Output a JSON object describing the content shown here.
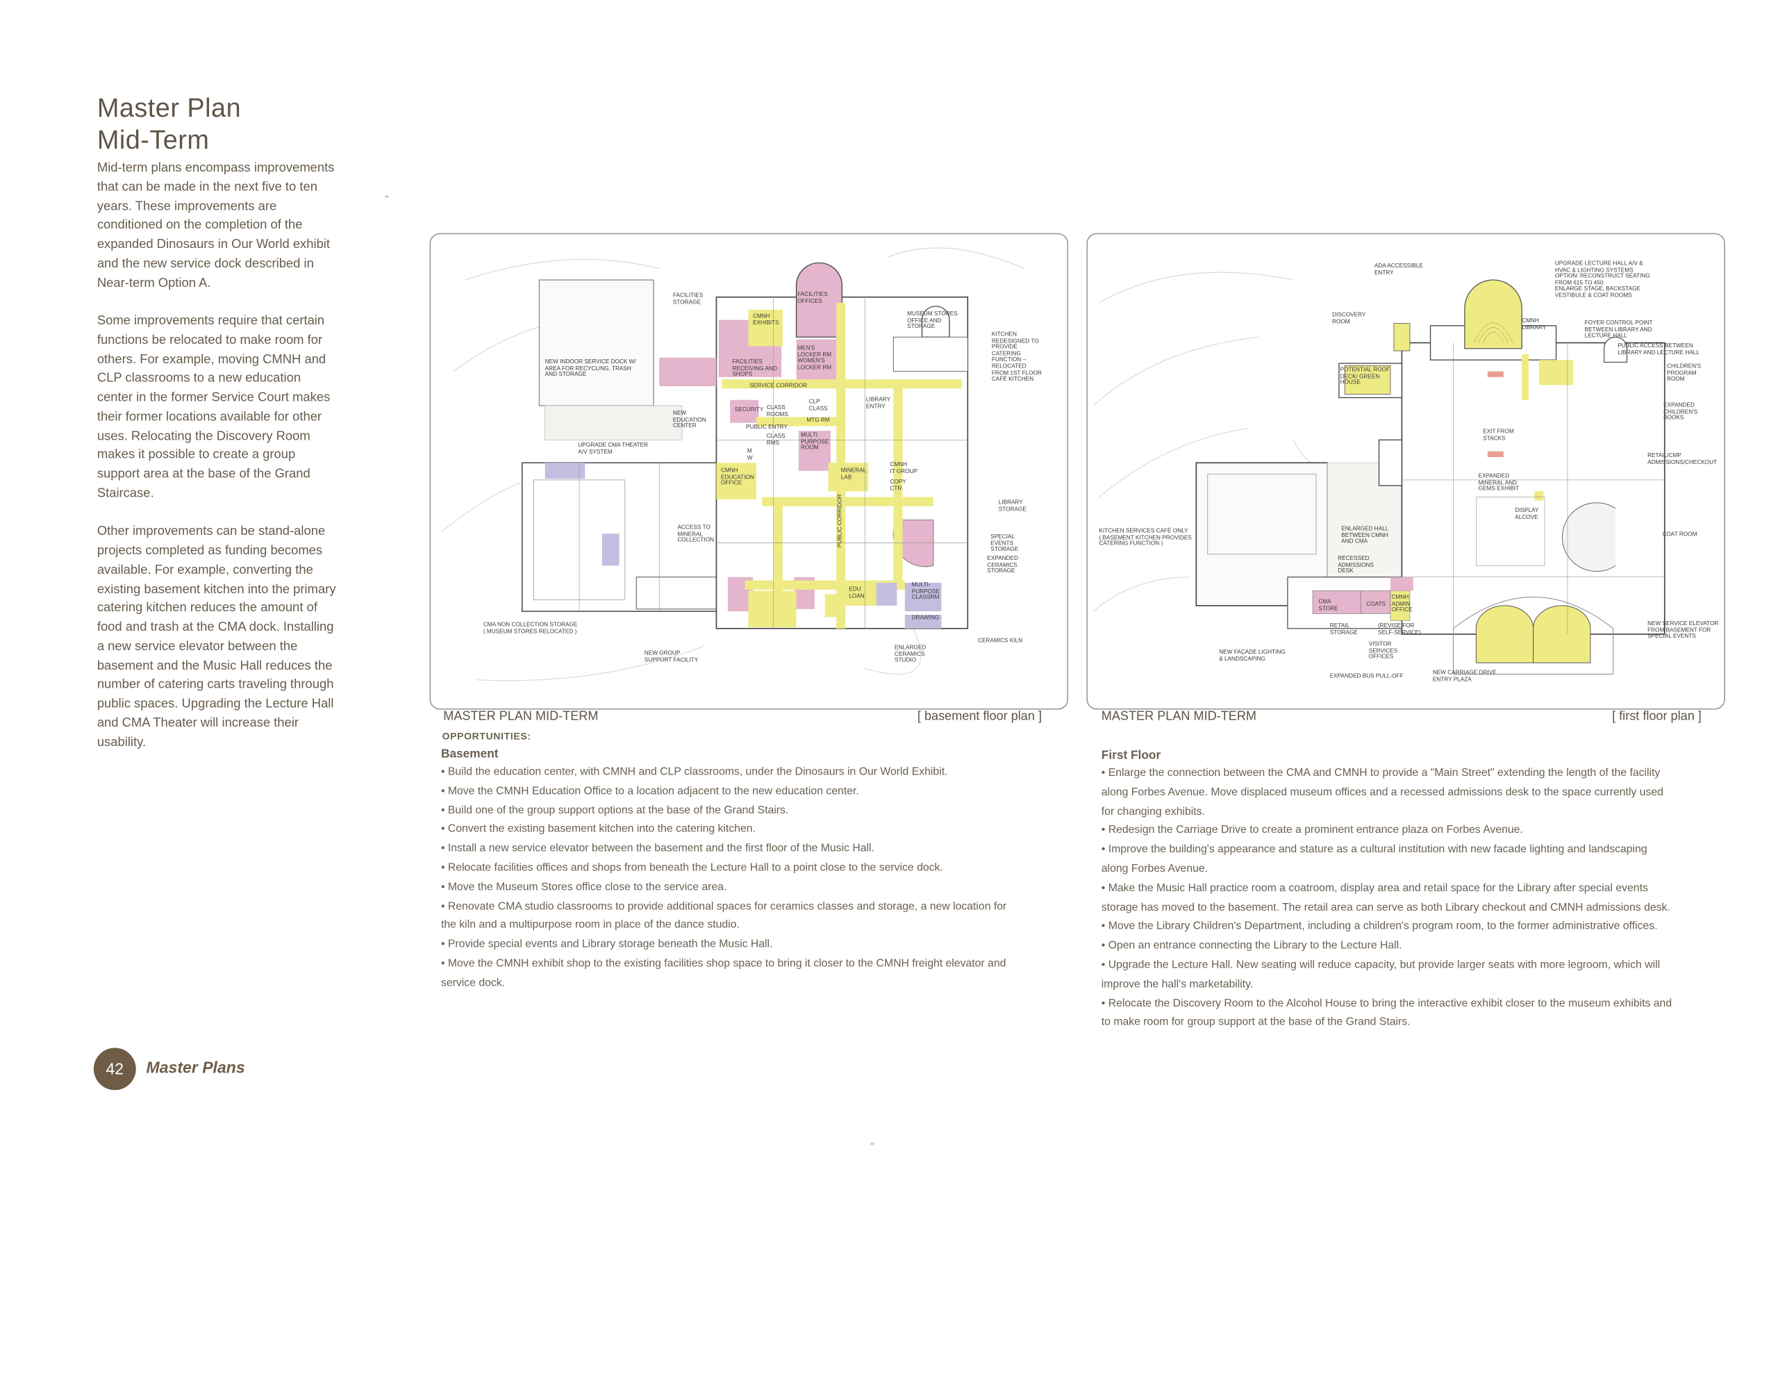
{
  "left": {
    "title_line1": "Master Plan",
    "title_line2": "Mid-Term",
    "paragraphs": [
      "Mid-term plans encompass improvements that can be made in the next five to ten years. These improvements are conditioned on the completion of the expanded Dinosaurs in Our World exhibit and the new service dock described in Near-term Option A.",
      "Some improvements require that certain functions be relocated to make room for others. For example, moving CMNH and CLP classrooms to a new education center in the former Service Court makes their former locations available for other uses. Relocating the Discovery Room makes it possible to create a group support area at the base of the Grand Staircase.",
      "Other improvements can be stand-alone projects completed as funding becomes available. For example, converting the existing basement kitchen into the primary catering kitchen reduces the amount of food and trash at the CMA dock. Installing a new service elevator between the basement and the Music Hall reduces the number of catering carts traveling through public spaces. Upgrading the Lecture Hall and CMA Theater will increase their usability."
    ]
  },
  "colors": {
    "highlight_yellow": "#eeeb84",
    "highlight_pink": "#e4b5cc",
    "highlight_purple": "#c4bde0",
    "footer_brown": "#6e5c47"
  },
  "basement": {
    "caption": "MASTER PLAN MID-TERM",
    "view": "[ basement floor plan ]",
    "opportunities": "OPPORTUNITIES:",
    "heading": "Basement",
    "bullets": [
      "• Build the education center, with CMNH and CLP classrooms, under the Dinosaurs in Our World Exhibit.",
      "• Move the CMNH Education Office to a location adjacent to the new education center.",
      "• Build one of the group support options at the base of the Grand Stairs.",
      "• Convert the existing basement kitchen into the catering kitchen.",
      "• Install a new service elevator between the basement and the first floor of the Music Hall.",
      "• Relocate facilities offices and shops from beneath the Lecture Hall to a point close to the service dock.",
      "• Move the Museum Stores office close to the service area.",
      "• Renovate CMA studio classrooms to provide additional spaces for ceramics classes and storage, a new location for the kiln and a multipurpose room in place of the dance studio.",
      "• Provide special events and Library storage beneath the Music Hall.",
      "• Move the CMNH exhibit shop to the existing facilities shop space to bring it closer to the CMNH freight elevator and service dock."
    ],
    "labels": [
      "Facilities\nStorage",
      "Facilities\nOffices",
      "CMNH\nExhibits",
      "Museum Stores\nOffice and\nStorage",
      "Kitchen\nredesigned to\nprovide\ncatering\nfunction –\nrelocated\nfrom 1st floor\ncafé kitchen",
      "New indoor service dock w/\narea for recycling, trash\nand storage",
      "Facilities\nreceiving and\nshops",
      "Men's\nlocker rm\nwomen's\nlocker rm",
      "Service corridor",
      "Security",
      "Class\nrooms",
      "CLP\nclass",
      "Library\nentry",
      "New\neducation\ncenter",
      "Mtg rm",
      "Public entry",
      "Class\nrms",
      "Multi\npurpose\nroom",
      "Upgrade CMA theater\nA/V system",
      "M\nW",
      "CMNH\neducation\noffice",
      "Mineral\nlab",
      "CMNH\nIT group",
      "Copy\nctr",
      "Library\nstorage",
      "Access to\nmineral\ncollection",
      "Public corridor",
      "Special\nevents\nstorage",
      "Expanded\nceramics\nstorage",
      "Edu\nloan",
      "Multi-\npurpose\nclassrm",
      "Drawing",
      "CMA non collection storage\n( museum stores relocated )",
      "Ceramics kiln",
      "Enlarged\nceramics\nstudio",
      "New group\nsupport facility"
    ]
  },
  "first_floor": {
    "caption": "MASTER PLAN MID-TERM",
    "view": "[ first floor plan ]",
    "heading": "First Floor",
    "bullets": [
      "• Enlarge the connection between the CMA and CMNH to provide a \"Main Street\" extending the length of the facility along Forbes Avenue. Move displaced museum offices and a recessed admissions desk to the space currently used for changing exhibits.",
      "• Redesign the Carriage Drive to create a prominent entrance plaza on Forbes Avenue.",
      "• Improve the building's appearance and stature as a cultural institution with new facade lighting and landscaping along Forbes Avenue.",
      "• Make the Music Hall practice room a coatroom, display area and retail space for the Library after special events storage has moved to the basement. The retail area can serve as both Library checkout and CMNH admissions desk.",
      "• Move the Library Children's Department, including a children's program room, to the former administrative offices.",
      "• Open an entrance connecting the Library to the Lecture Hall.",
      "• Upgrade the Lecture Hall. New seating will reduce capacity, but provide larger seats with more legroom, which will improve the hall's marketability.",
      "• Relocate the Discovery Room to the Alcohol House to bring the interactive exhibit closer to the museum exhibits and to make room for group support at the base of the Grand Stairs."
    ],
    "labels": [
      "ADA accessible\nentry",
      "Upgrade lecture hall A/V &\nHVAC & lighting systems\noption: reconstruct seating\nfrom 615 to 450\nenlarge stage, backstage\nvestibule & coat rooms",
      "Discovery\nroom",
      "CMNH\nlibrary",
      "Foyer control point\nbetween library and\nlecture hall",
      "Public access between\nlibrary and lecture hall",
      "Potential roof\ndeck/ green\nhouse",
      "Children's\nprogram\nroom",
      "Expanded\nchildren's\nbooks",
      "Exit from\nstacks",
      "Retail/CMP\nadmissions/checkout",
      "Expanded\nmineral and\ngems exhibit",
      "Display\nalcove",
      "Kitchen services café only\n( basement kitchen provides\ncatering function )",
      "Enlarged hall\nbetween CMNH\nand CMA",
      "Coat room",
      "Recessed\nadmissions\ndesk",
      "CMA\nstore",
      "Coats",
      "CMNH\nadmin\noffice",
      "Retail\nstorage",
      "(Revise for\nself-service)",
      "New service elevator\nfrom basement for\nspecial events",
      "Visitor\nservices\noffices",
      "New façade lighting\n& landscaping",
      "Expanded bus pull-off",
      "New carriage drive\nentry plaza"
    ]
  },
  "footer": {
    "page_number": "42",
    "section": "Master Plans"
  }
}
